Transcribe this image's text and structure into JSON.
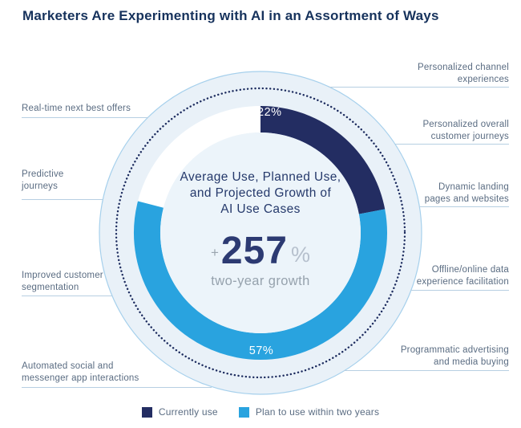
{
  "title": "Marketers Are Experimenting with AI in an Assortment of Ways",
  "donut": {
    "currently_pct_label": "22%",
    "plan_pct_label": "57%"
  },
  "center": {
    "heading": "Average Use, Planned Use,\nand Projected Growth of\nAI Use Cases",
    "plus_sign": "+",
    "growth_value": "257",
    "percent_sign": "%",
    "caption": "two-year growth"
  },
  "labels": {
    "left": [
      {
        "text": "Real-time next best offers"
      },
      {
        "text": "Predictive\njourneys"
      },
      {
        "text": "Improved customer\nsegmentation"
      },
      {
        "text": "Automated social and\nmessenger app interactions"
      }
    ],
    "right": [
      {
        "text": "Personalized channel\nexperiences"
      },
      {
        "text": "Personalized overall\ncustomer journeys"
      },
      {
        "text": "Dynamic landing\npages and websites"
      },
      {
        "text": "Offline/online data\nexperience facilitation"
      },
      {
        "text": "Programmatic advertising\nand media buying"
      }
    ]
  },
  "legend": [
    {
      "label": "Currently use",
      "color": "#232d62"
    },
    {
      "label": "Plan to use within two years",
      "color": "#29a3df"
    }
  ],
  "colors": {
    "title_text": "#16325c",
    "navy_segment": "#232d62",
    "blue_segment": "#29a3df",
    "pale_circle_fill": "#e9f1f8",
    "inner_circle_fill": "#ecf4fa",
    "outer_circle_stroke": "#a6d0ec",
    "dotted_ring": "#1c2b5e",
    "ring_track": "#ffffff",
    "label_text": "#5a6c82",
    "connector_line": "#b7cfe2",
    "muted_gray_text": "#96a2ad",
    "big_number_text": "#2c3a72"
  },
  "chart_data": {
    "type": "pie",
    "subtype": "donut",
    "title": "Average Use, Planned Use, and Projected Growth of AI Use Cases",
    "series": [
      {
        "name": "Currently use",
        "value_pct": 22,
        "color": "#232d62"
      },
      {
        "name": "Plan to use within two years",
        "value_pct": 57,
        "color": "#29a3df"
      }
    ],
    "unfilled_track_pct": 21,
    "start_angle_deg": 0,
    "direction": "clockwise",
    "center_annotation": "+257% two-year growth",
    "legend_position": "bottom",
    "use_case_labels": [
      "Real-time next best offers",
      "Predictive journeys",
      "Improved customer segmentation",
      "Automated social and messenger app interactions",
      "Personalized channel experiences",
      "Personalized overall customer journeys",
      "Dynamic landing pages and websites",
      "Offline/online data experience facilitation",
      "Programmatic advertising and media buying"
    ]
  }
}
